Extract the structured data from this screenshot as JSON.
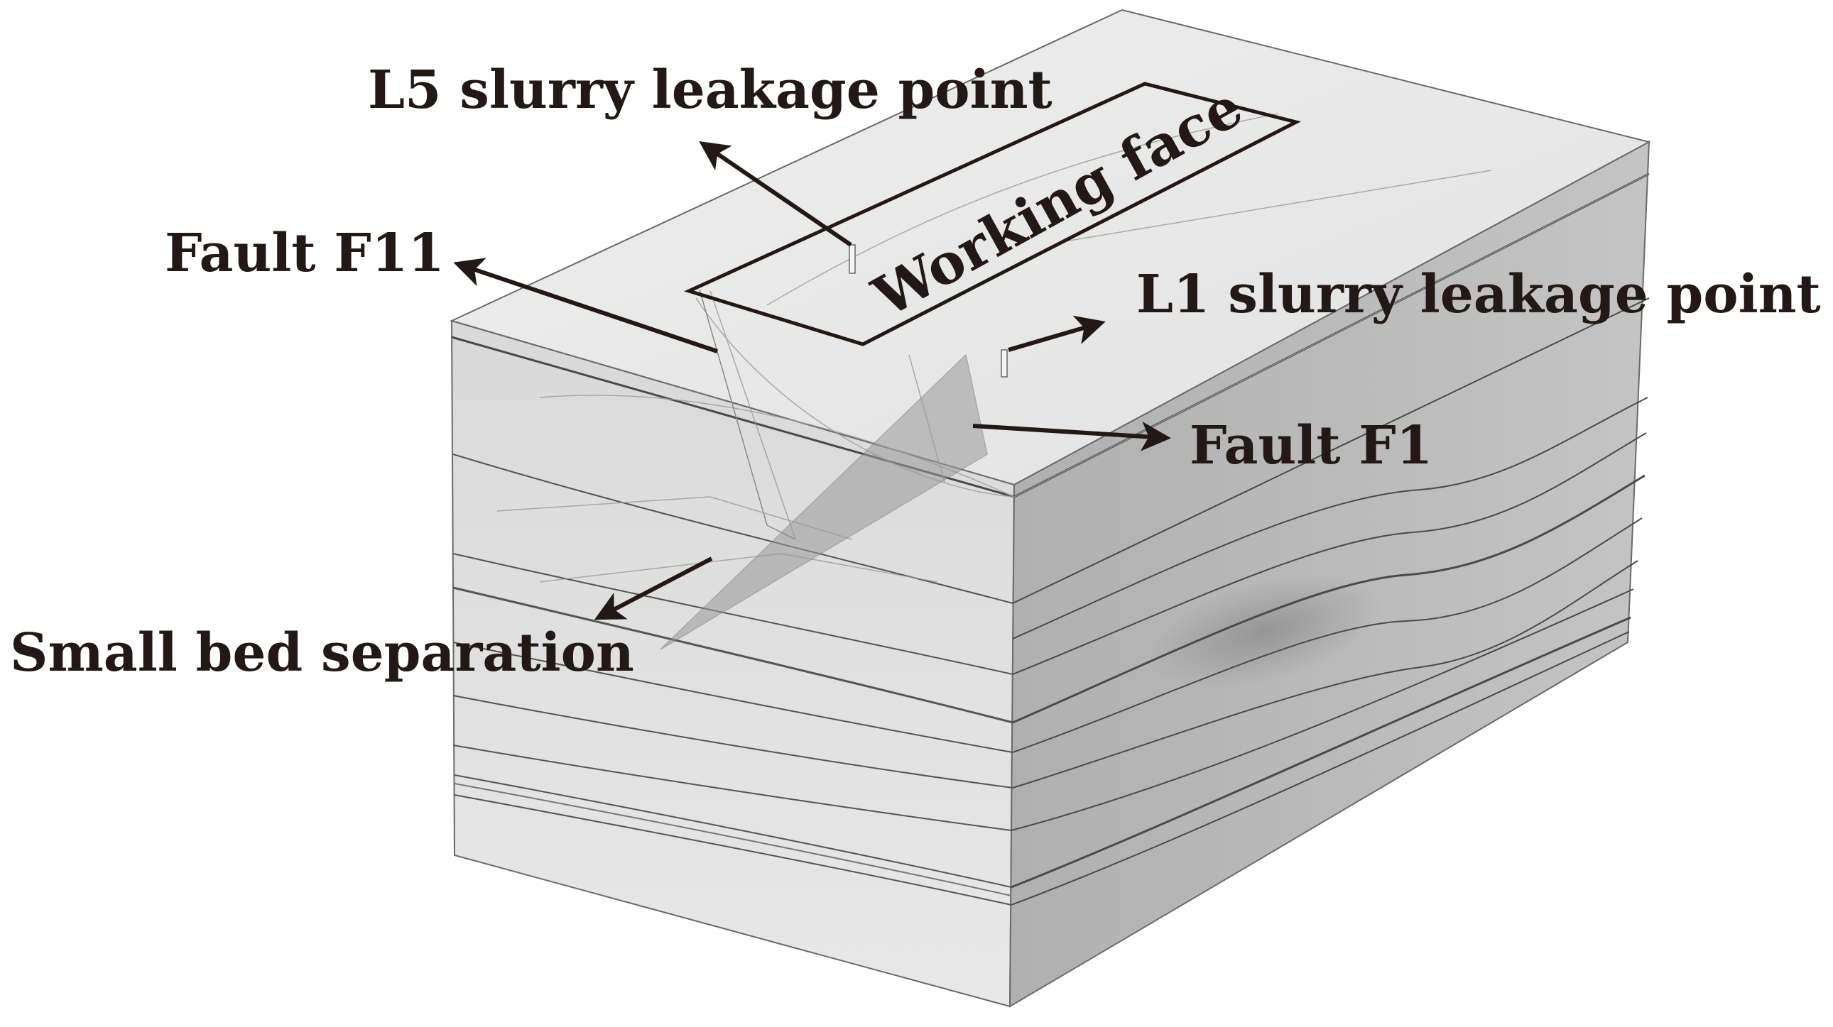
{
  "labels": {
    "l5_point": "L5 slurry leakage point",
    "fault_f11": "Fault F11",
    "working_face": "Working face",
    "l1_point": "L1 slurry leakage point",
    "fault_f1": "Fault F1",
    "bed_separation": "Small bed separation"
  },
  "colors": {
    "text": "#231815",
    "arrow": "#231815",
    "block_top": "#e6e6e6",
    "block_front": "#cfcfcf",
    "block_side": "#b4b4b4",
    "edge": "#555555"
  }
}
